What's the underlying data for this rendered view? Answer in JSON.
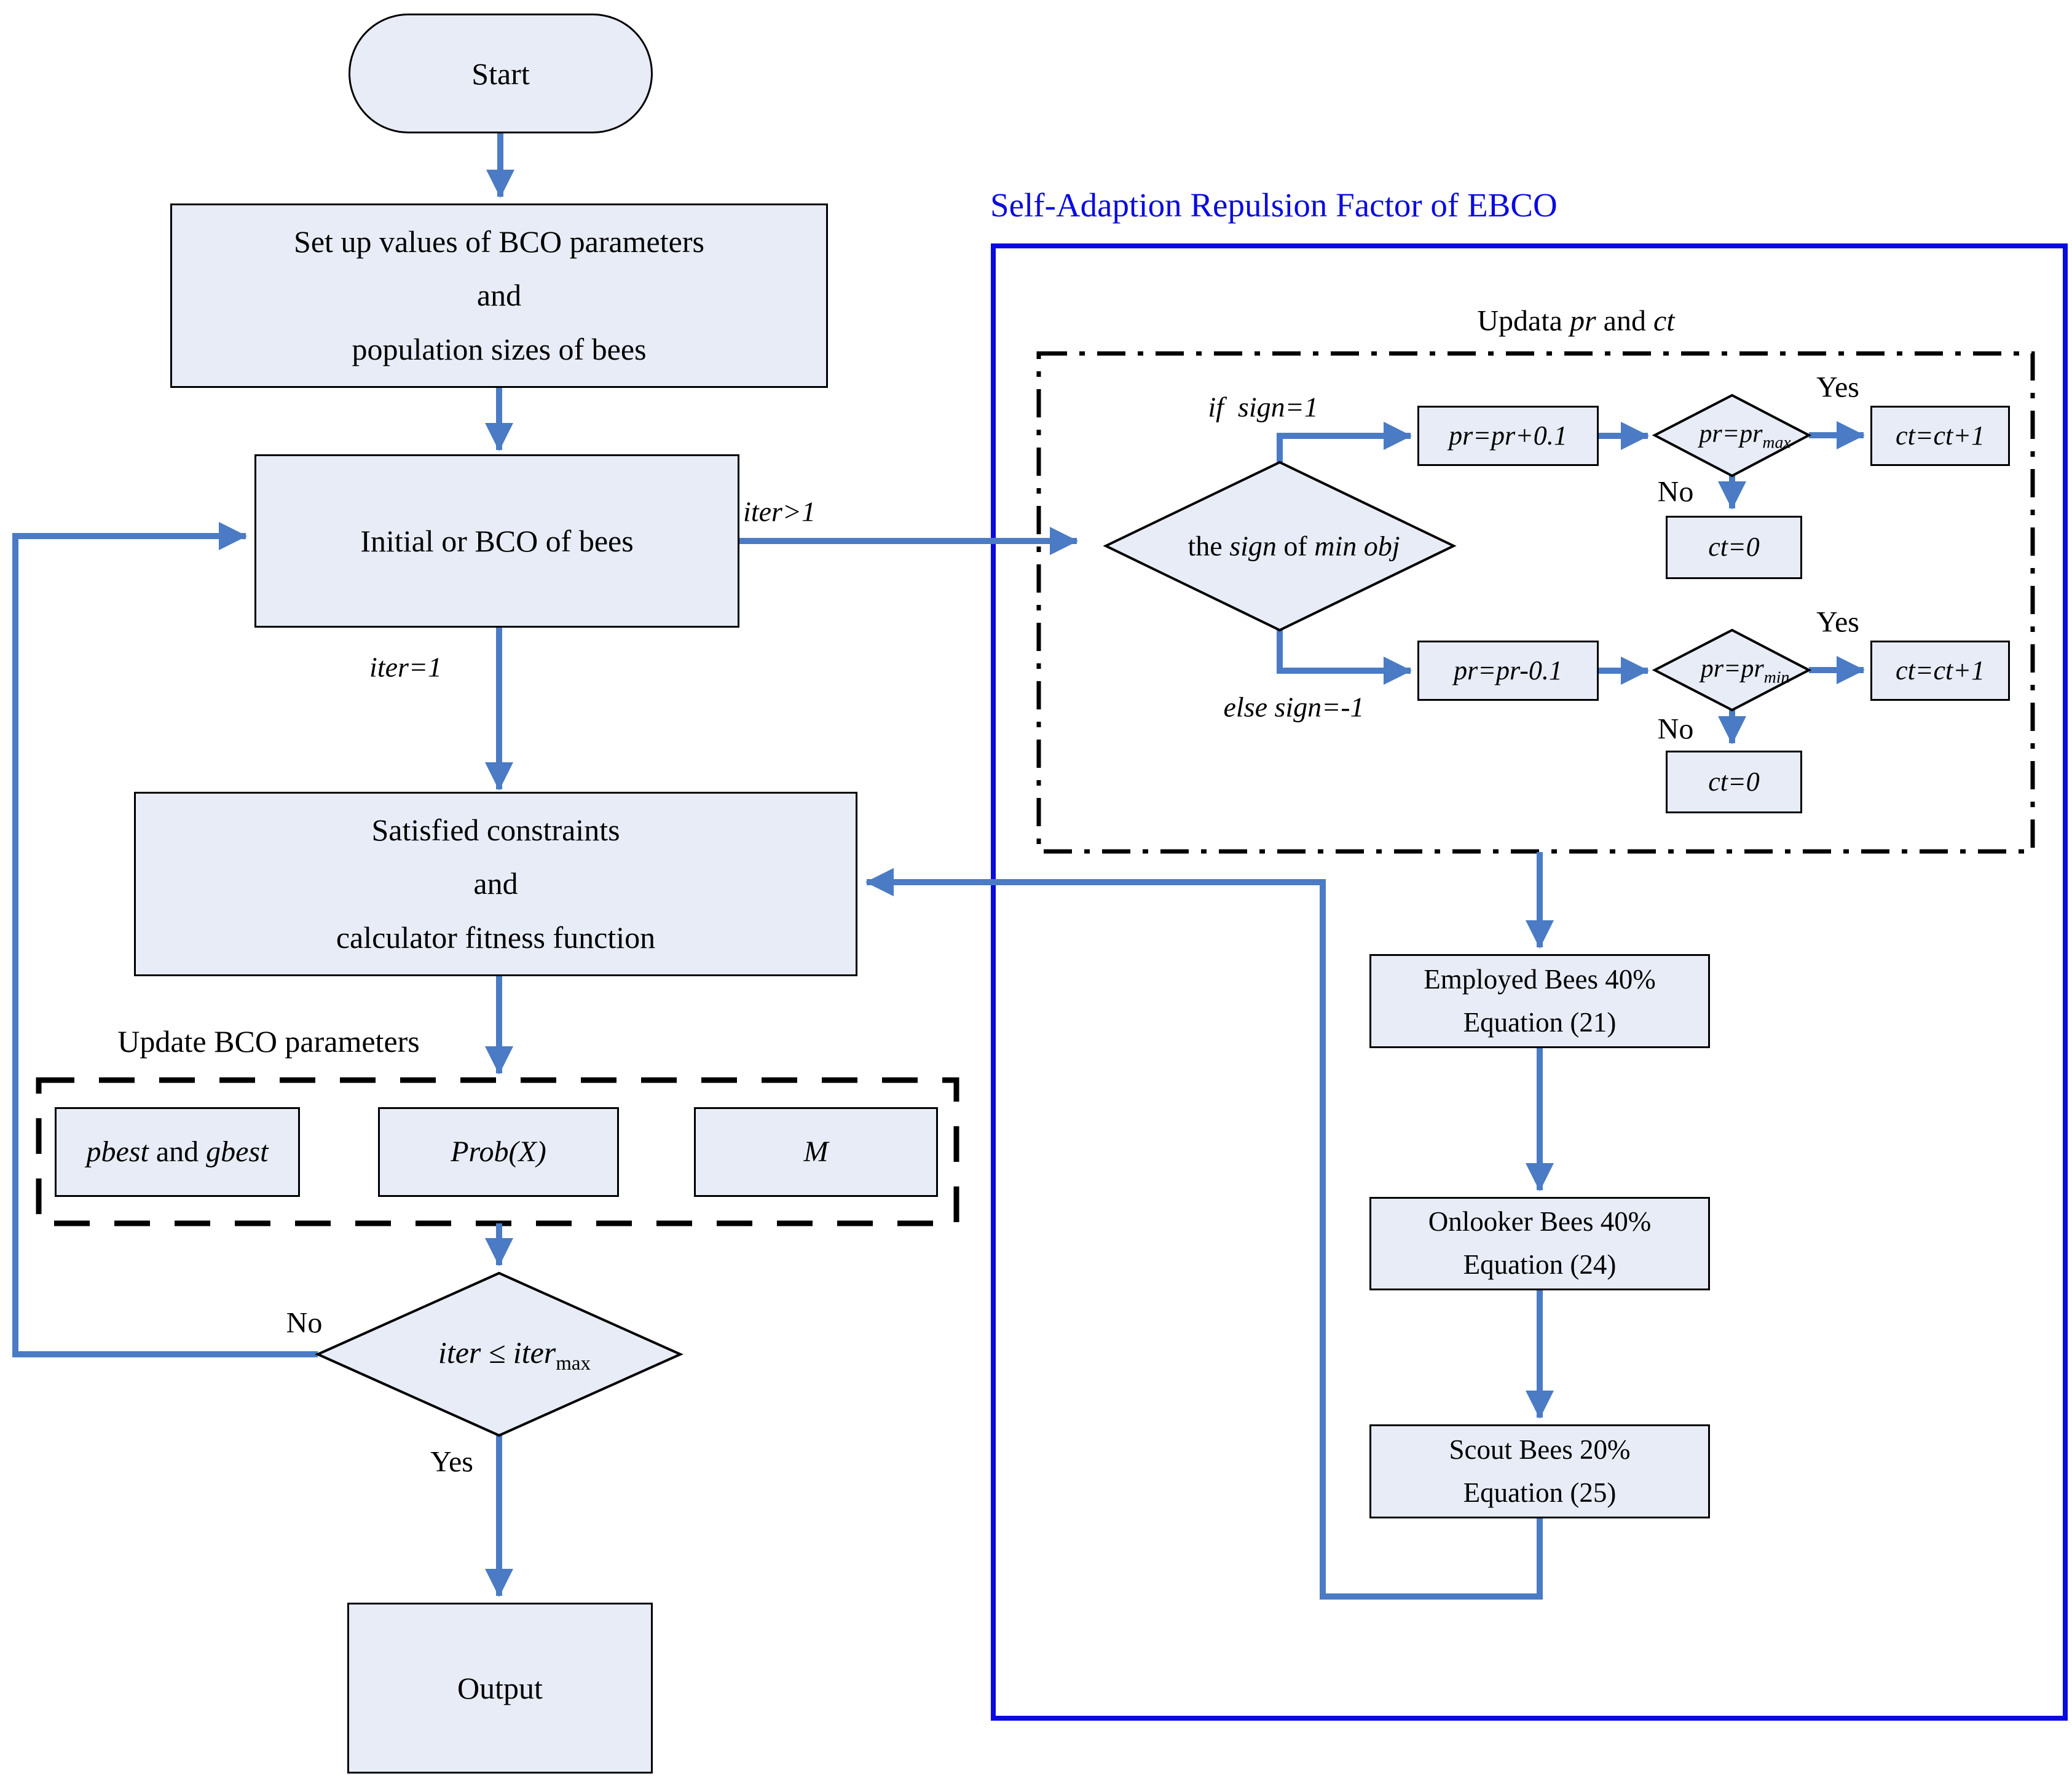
{
  "diagram": {
    "title": "Self-Adaption Repulsion Factor of EBCO",
    "colors": {
      "node_fill": "#e7ecf6",
      "node_border": "#000000",
      "arrow_blue": "#4a7bc4",
      "frame_blue": "#0a0ae0",
      "dash_black": "#000000"
    },
    "left": {
      "start": "Start",
      "setup_lines": [
        "Set up values of BCO parameters",
        "and",
        "population sizes of bees"
      ],
      "initial": "Initial or BCO of bees",
      "label_iter_gt1": "iter>1",
      "label_iter_eq1": "iter=1",
      "satisfied_lines": [
        "Satisfied constraints",
        "and",
        "calculator fitness function"
      ],
      "update_params_label": "Update BCO parameters",
      "pbest_parts": [
        "pbest",
        " and ",
        "gbest"
      ],
      "prob": "Prob(X)",
      "m": "M",
      "iter_cond_main": "iter ≤ iter",
      "iter_cond_sub": "max",
      "no": "No",
      "yes": "Yes",
      "output": "Output"
    },
    "right": {
      "update_label_parts": [
        "Updata ",
        "pr",
        " and ",
        "ct"
      ],
      "sign_parts": [
        "the ",
        "sign",
        " of ",
        "min obj"
      ],
      "if_label": "if  sign=1",
      "else_label": "else sign=-1",
      "pr_plus": "pr=pr+0.1",
      "pr_minus": "pr=pr-0.1",
      "pr_max_main": "pr=pr",
      "pr_max_sub": "max",
      "pr_min_main": "pr=pr",
      "pr_min_sub": "min",
      "ct_inc": "ct=ct+1",
      "ct_zero": "ct=0",
      "yes": "Yes",
      "no": "No",
      "employed_lines": [
        "Employed Bees 40%",
        "Equation (21)"
      ],
      "onlooker_lines": [
        "Onlooker Bees 40%",
        "Equation (24)"
      ],
      "scout_lines": [
        "Scout Bees 20%",
        "Equation (25)"
      ]
    }
  }
}
